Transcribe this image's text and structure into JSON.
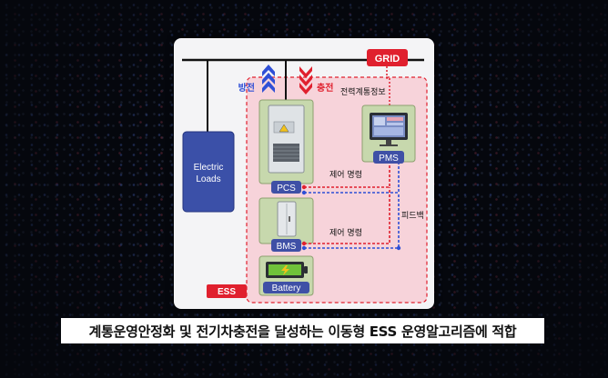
{
  "diagram": {
    "grid_label": "GRID",
    "discharge_label": "방전",
    "charge_label": "충전",
    "grid_info_label": "전력계통정보",
    "electric_loads_line1": "Electric",
    "electric_loads_line2": "Loads",
    "pcs_label": "PCS",
    "pms_label": "PMS",
    "bms_label": "BMS",
    "battery_label": "Battery",
    "ess_label": "ESS",
    "control_cmd_1": "제어 명령",
    "control_cmd_2": "제어 명령",
    "feedback_label": "피드백"
  },
  "caption": "계통운영안정화 및 전기차충전을 달성하는 이동형 ESS 운영알고리즘에 적합",
  "colors": {
    "red": "#e0202e",
    "blue": "#2f4fd6",
    "ess_fill": "#f7d3da",
    "loads_fill": "#3b50a8",
    "component_fill": "#c7d8ad",
    "badge_fill": "#3f50a6"
  }
}
